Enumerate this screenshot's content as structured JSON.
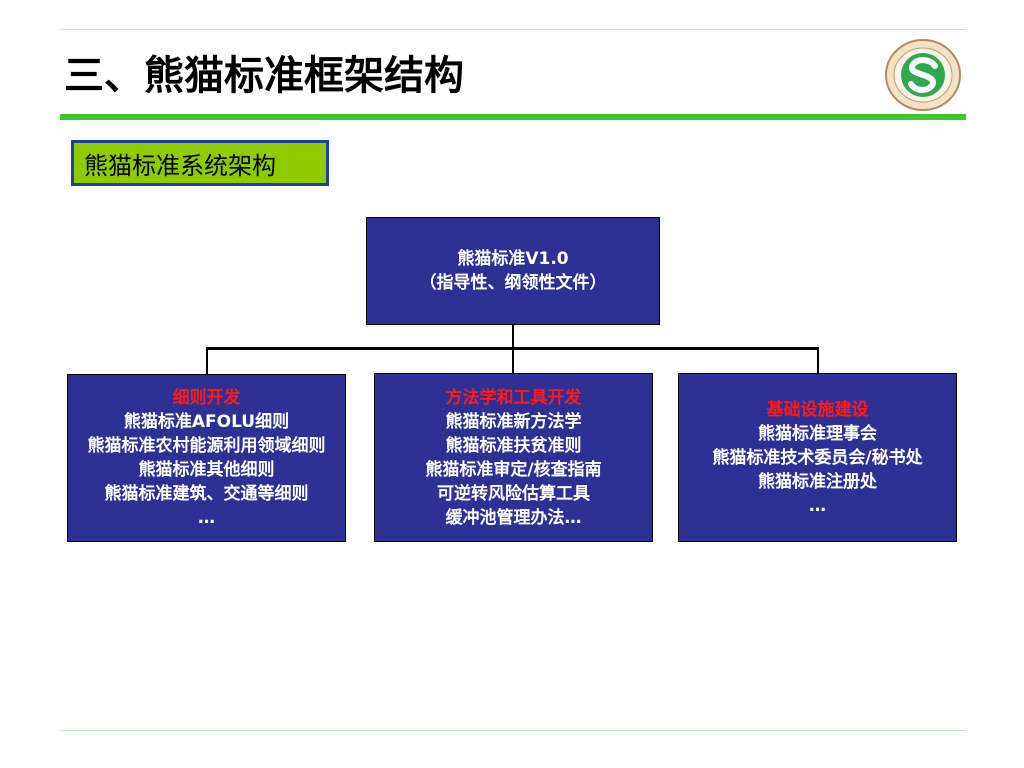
{
  "slide": {
    "title": "三、熊猫标准框架结构",
    "subtitle": "熊猫标准系统架构"
  },
  "diagram": {
    "root": {
      "line1": "熊猫标准V1.0",
      "line2": "（指导性、纲领性文件）"
    },
    "branches": [
      {
        "heading": "细则开发",
        "items": [
          "熊猫标准AFOLU细则",
          "熊猫标准农村能源利用领域细则",
          "熊猫标准其他细则",
          "熊猫标准建筑、交通等细则",
          "…"
        ]
      },
      {
        "heading": "方法学和工具开发",
        "items": [
          "熊猫标准新方法学",
          "熊猫标准扶贫准则",
          "熊猫标准审定/核查指南",
          "可逆转风险估算工具",
          "缓冲池管理办法…"
        ]
      },
      {
        "heading": "基础设施建设",
        "items": [
          "熊猫标准理事会",
          "熊猫标准技术委员会/秘书处",
          "熊猫标准注册处",
          "…"
        ]
      }
    ]
  },
  "colors": {
    "node_fill": "#2e3193",
    "heading_text": "#ff1a1a",
    "title_rule": "#41c535",
    "subtitle_fill": "#8fcb00",
    "subtitle_border": "#1f3fa6"
  },
  "icons": {
    "logo": "green-ring-emblem-icon"
  }
}
